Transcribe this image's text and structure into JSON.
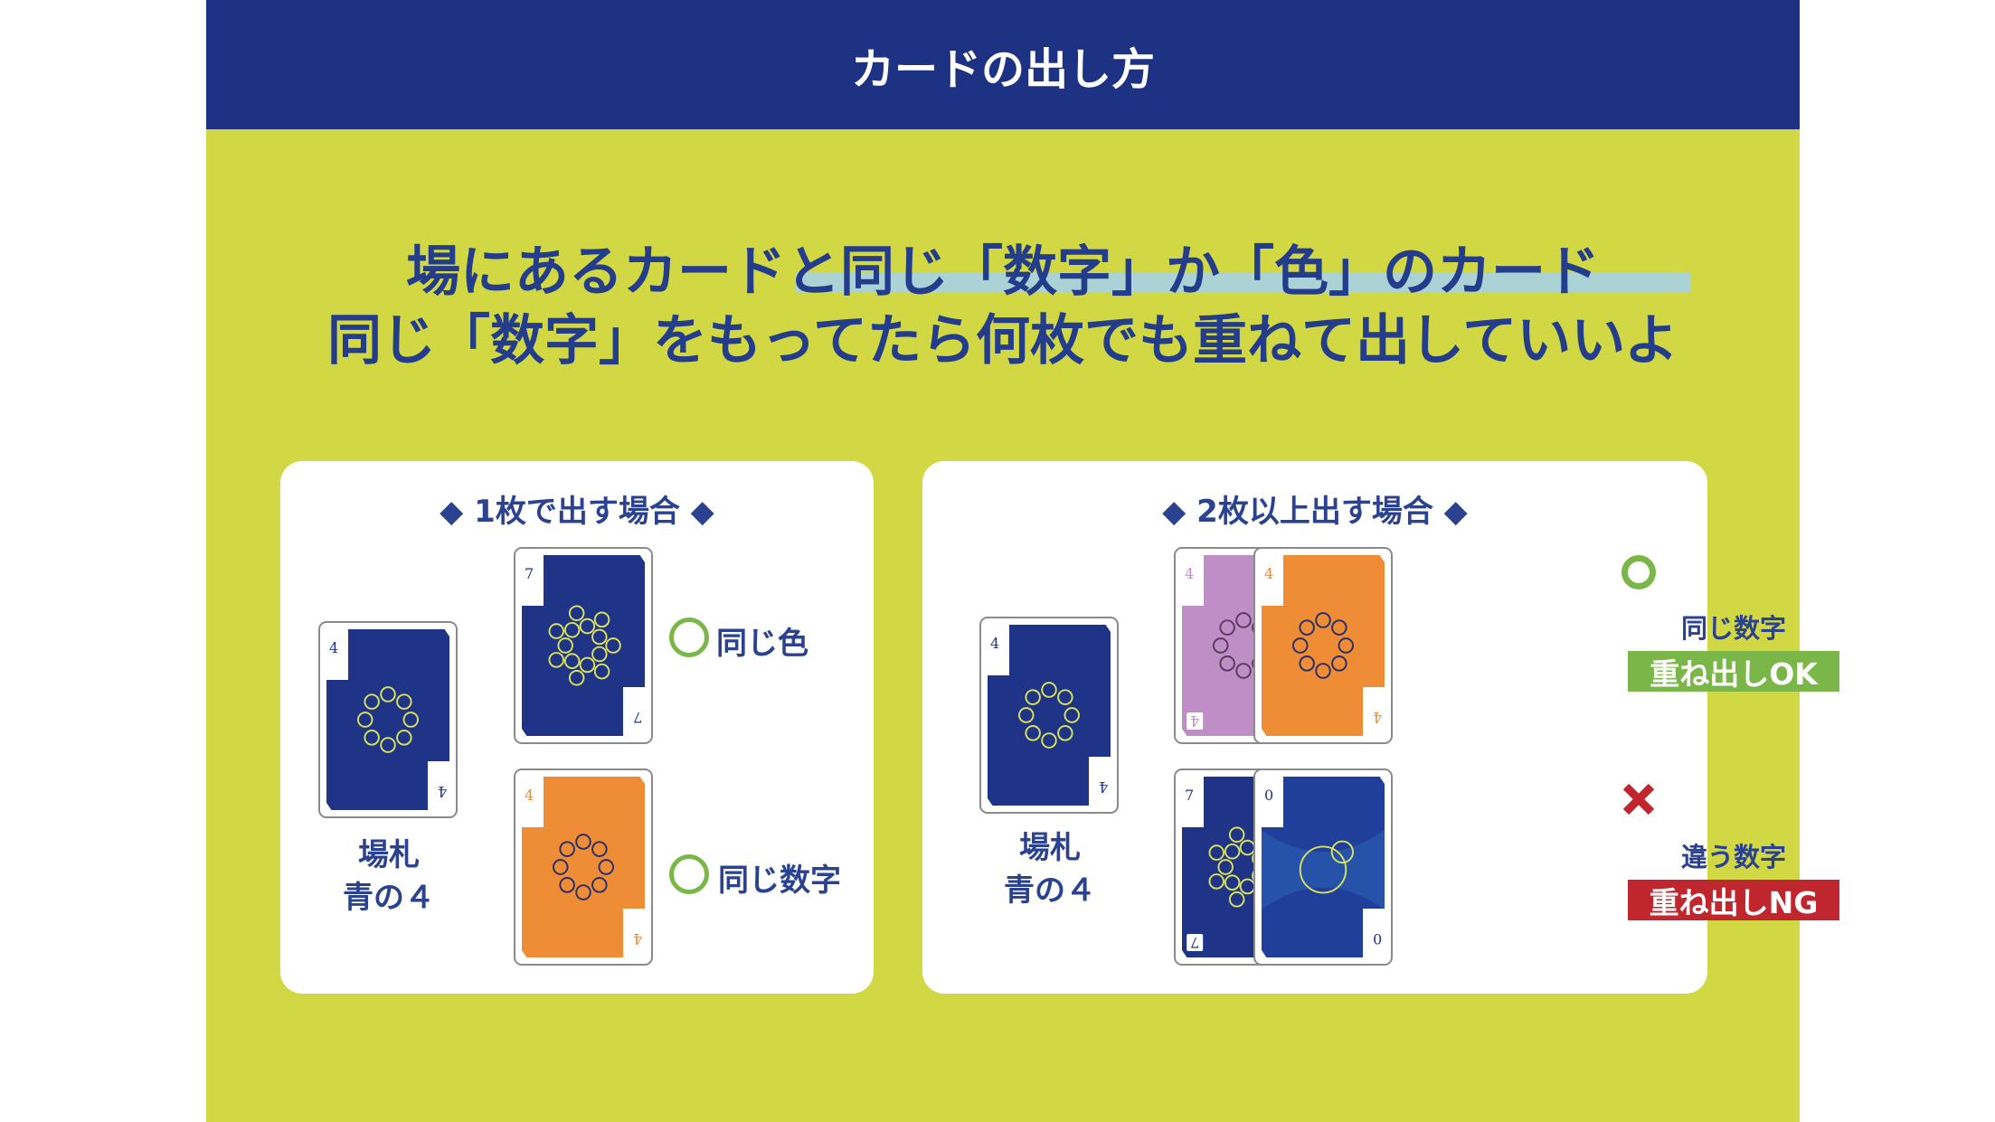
{
  "header": {
    "title": "カードの出し方"
  },
  "headline": {
    "line1": "場にあるカードと同じ「数字」か「色」のカード",
    "line2": "同じ「数字」をもってたら何枚でも重ねて出していいよ"
  },
  "single": {
    "title": "◆ 1枚で出す場合 ◆",
    "field_label1": "場札",
    "field_label2": "青の４",
    "same_color": "同じ色",
    "same_number": "同じ数字",
    "cards": [
      {
        "num": "4",
        "color": "#1f3387",
        "pattern": "#d7e05a"
      },
      {
        "num": "7",
        "color": "#1f3387",
        "pattern": "#d7e05a"
      },
      {
        "num": "4",
        "color": "#ef8c36",
        "pattern": "#2a2f6b"
      }
    ]
  },
  "multi": {
    "title": "◆ 2枚以上出す場合 ◆",
    "field_label1": "場札",
    "field_label2": "青の４",
    "ok_text": "同じ数字",
    "ok_badge": "重ね出しOK",
    "ng_text": "違う数字",
    "ng_badge": "重ね出しNG",
    "cards": [
      {
        "num": "4",
        "color": "#1f3387",
        "pattern": "#d7e05a"
      },
      {
        "num": "4",
        "color": "#bf8ec6",
        "pattern": "#5a3a5e"
      },
      {
        "num": "4",
        "color": "#ef8c36",
        "pattern": "#2a2f6b"
      },
      {
        "num": "7",
        "color": "#1f3387",
        "pattern": "#d7e05a"
      },
      {
        "num": "0",
        "color": "#1f3f9a",
        "pattern": "#d7e05a"
      }
    ]
  },
  "colors": {
    "navy": "#1e3283",
    "lime": "#d2d843",
    "ok": "#7ab648",
    "ng": "#c0262d"
  },
  "icons": {
    "ok": "circle-icon",
    "ng": "cross-icon",
    "pattern": "glasses-pattern-icon"
  }
}
